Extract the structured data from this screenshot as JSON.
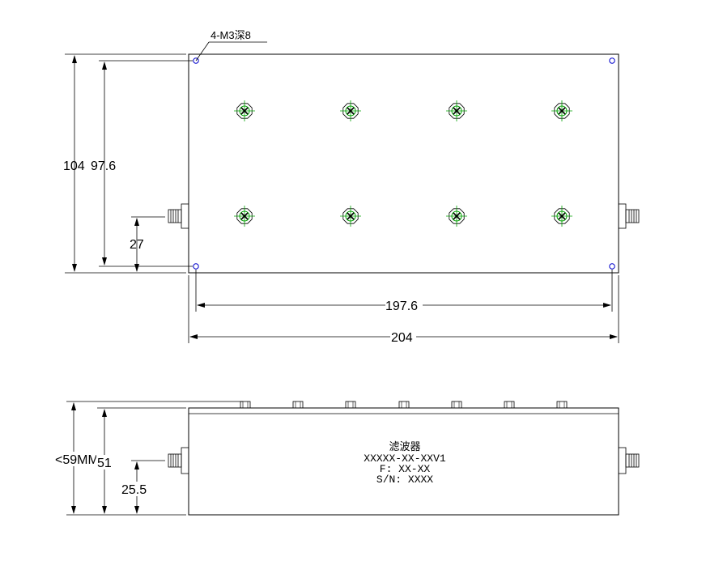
{
  "top_view": {
    "hole_note": "4-M3深8",
    "dim_height_total": "104",
    "dim_height_inner": "97.6",
    "dim_connector_offset": "27",
    "dim_width_inner": "197.6",
    "dim_width_total": "204",
    "tuning_screw_count": 8,
    "mount_hole_count": 4
  },
  "side_view": {
    "dim_height_total": "<59MM",
    "dim_height_body": "51",
    "dim_connector_offset": "25.5",
    "label_lines": [
      "滤波器",
      "XXXXX-XX-XXV1",
      "F: XX-XX",
      "S/N: XXXX"
    ]
  },
  "colors": {
    "line": "#000000",
    "screw": "#00a000",
    "hole": "#0000cc"
  }
}
